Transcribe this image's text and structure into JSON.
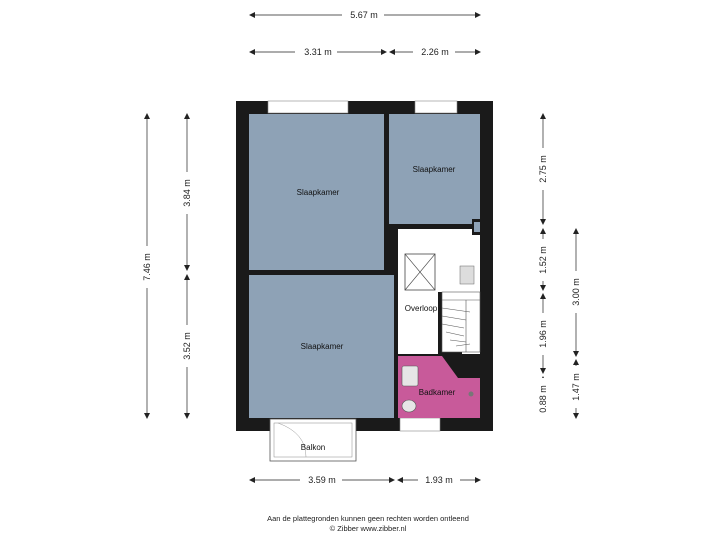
{
  "colors": {
    "wall": "#1a1a1a",
    "bedroom": "#8ea2b6",
    "bathroom": "#c85a9a",
    "hall": "#ffffff",
    "dimension": "#222222"
  },
  "rooms": {
    "bedroom_1": "Slaapkamer",
    "bedroom_2": "Slaapkamer",
    "bedroom_3": "Slaapkamer",
    "landing": "Overloop",
    "bathroom": "Badkamer",
    "balcony": "Balkon"
  },
  "dimensions": {
    "top_total": "5.67 m",
    "top_left": "3.31 m",
    "top_right": "2.26 m",
    "bottom_left": "3.59 m",
    "bottom_right": "1.93 m",
    "left_total": "7.46 m",
    "left_upper": "3.84 m",
    "left_lower": "3.52 m",
    "right_1": "2.75 m",
    "right_2": "1.52 m",
    "right_3": "1.96 m",
    "right_4": "0.88 m",
    "right_far_1": "3.00 m",
    "right_far_2": "1.47 m"
  },
  "footer": {
    "disclaimer": "Aan de plattegronden kunnen geen rechten worden ontleend",
    "credit": "© Zibber www.zibber.nl"
  }
}
